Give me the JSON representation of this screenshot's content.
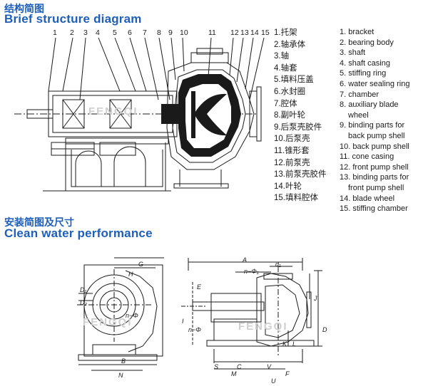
{
  "titles": {
    "structure_cn": "结构简图",
    "structure_en": "Brief structure diagram",
    "install_cn": "安装简图及尺寸",
    "install_en": "Clean water performance"
  },
  "part_numbers": [
    "1",
    "2",
    "3",
    "4",
    "5",
    "6",
    "7",
    "8",
    "9",
    "10",
    "11",
    "12",
    "13",
    "14",
    "15"
  ],
  "legend_cn": [
    "1.托架",
    "2.轴承体",
    "3.轴",
    "4.轴套",
    "5.填料压盖",
    "6.水封圈",
    "7.腔体",
    "8.副叶轮",
    "9.后泵壳胶件",
    "10.后泵壳",
    "11.锥形套",
    "12.前泵壳",
    "13.前泵壳胶件",
    "14.叶轮",
    "15.填料腔体"
  ],
  "legend_en": [
    "1. bracket",
    "2. bearing body",
    "3. shaft",
    "4. shaft casing",
    "5. stiffing ring",
    "6. water sealing ring",
    "7. chamber",
    "8. auxiliary blade",
    "   wheel",
    "9. binding parts for",
    "   back pump shell",
    "10. back pump shell",
    "11. cone casing",
    "12. front pump shell",
    "13. binding parts for",
    "   front pump shell",
    "14. blade wheel",
    "15. stiffing chamber"
  ],
  "watermark": "FENGQI",
  "dimensions": {
    "G": "G",
    "H": "H",
    "D1": "D₁",
    "D2": "D₂",
    "n_phi": "n−Φ",
    "B": "B",
    "N": "N",
    "A": "A",
    "n_phi1": "n−Φ₁",
    "d1": "d₁",
    "J": "J",
    "E": "E",
    "I": "I",
    "D": "D",
    "n_phi_lower": "n−Φ",
    "K": "K",
    "L": "L",
    "S": "S",
    "C": "C",
    "M": "M",
    "V": "V",
    "F": "F",
    "U": "U"
  },
  "colors": {
    "title": "#1f5fb8",
    "line": "#1a1a1a",
    "fill_dark": "#1a1a1a"
  }
}
